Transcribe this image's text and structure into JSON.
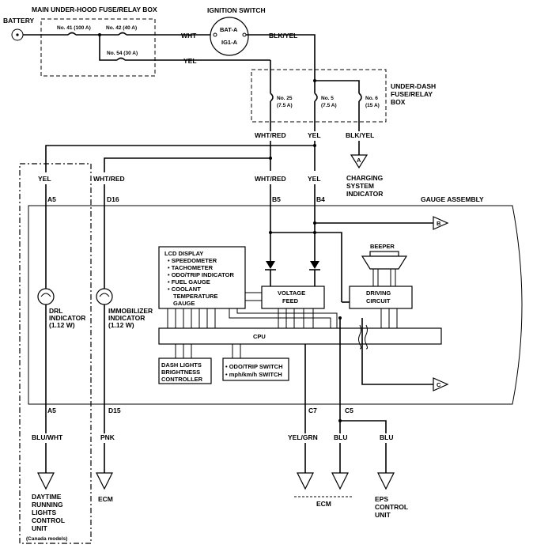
{
  "labels": {
    "battery": "BATTERY",
    "main_box": "MAIN UNDER-HOOD FUSE/RELAY BOX",
    "fuse41": "No. 41 (100 A)",
    "fuse42": "No. 42 (40 A)",
    "fuse54": "No. 54 (30 A)",
    "ign_title": "IGNITION SWITCH",
    "bat_a": "BAT-A",
    "ig1_a": "IG1-A",
    "wht": "WHT",
    "blk_yel": "BLK/YEL",
    "yel": "YEL",
    "underdash_1": "UNDER-DASH",
    "underdash_2": "FUSE/RELAY",
    "underdash_3": "BOX",
    "f25a": "No. 25",
    "f25b": "(7.5 A)",
    "f5a": "No. 5",
    "f5b": "(7.5 A)",
    "f6a": "No. 6",
    "f6b": "(15 A)",
    "wht_red": "WHT/RED",
    "charging1": "CHARGING",
    "charging2": "SYSTEM",
    "charging3": "INDICATOR",
    "term_a": "A",
    "term_b": "B",
    "term_c": "C",
    "a5": "A5",
    "d16": "D16",
    "b5": "B5",
    "b4": "B4",
    "gauge_assembly": "GAUGE ASSEMBLY",
    "lcd_lines": [
      "LCD DISPLAY",
      "• SPEEDOMETER",
      "• TACHOMETER",
      "• ODO/TRIP INDICATOR",
      "• FUEL GAUGE",
      "• COOLANT",
      "  TEMPERATURE",
      "  GAUGE"
    ],
    "beeper": "BEEPER",
    "voltage1": "VOLTAGE",
    "voltage2": "FEED",
    "driving1": "DRIVING",
    "driving2": "CIRCUIT",
    "cpu": "CPU",
    "dash1": "DASH LIGHTS",
    "dash2": "BRIGHTNESS",
    "dash3": "CONTROLLER",
    "switch1": "• ODO/TRIP SWITCH",
    "switch2": "• mph/km/h SWITCH",
    "drl1": "DRL",
    "drl2": "INDICATOR",
    "drl3": "(1.12 W)",
    "imm1": "IMMOBILIZER",
    "imm2": "INDICATOR",
    "imm3": "(1.12 W)",
    "a5b": "A5",
    "d15": "D15",
    "c7": "C7",
    "c5": "C5",
    "blu_wht": "BLU/WHT",
    "pnk": "PNK",
    "yel_grn": "YEL/GRN",
    "blu": "BLU",
    "drl_unit": [
      "DAYTIME",
      "RUNNING",
      "LIGHTS",
      "CONTROL",
      "UNIT"
    ],
    "canada": "(Canada models)",
    "ecm": "ECM",
    "eps": [
      "EPS",
      "CONTROL",
      "UNIT"
    ]
  }
}
